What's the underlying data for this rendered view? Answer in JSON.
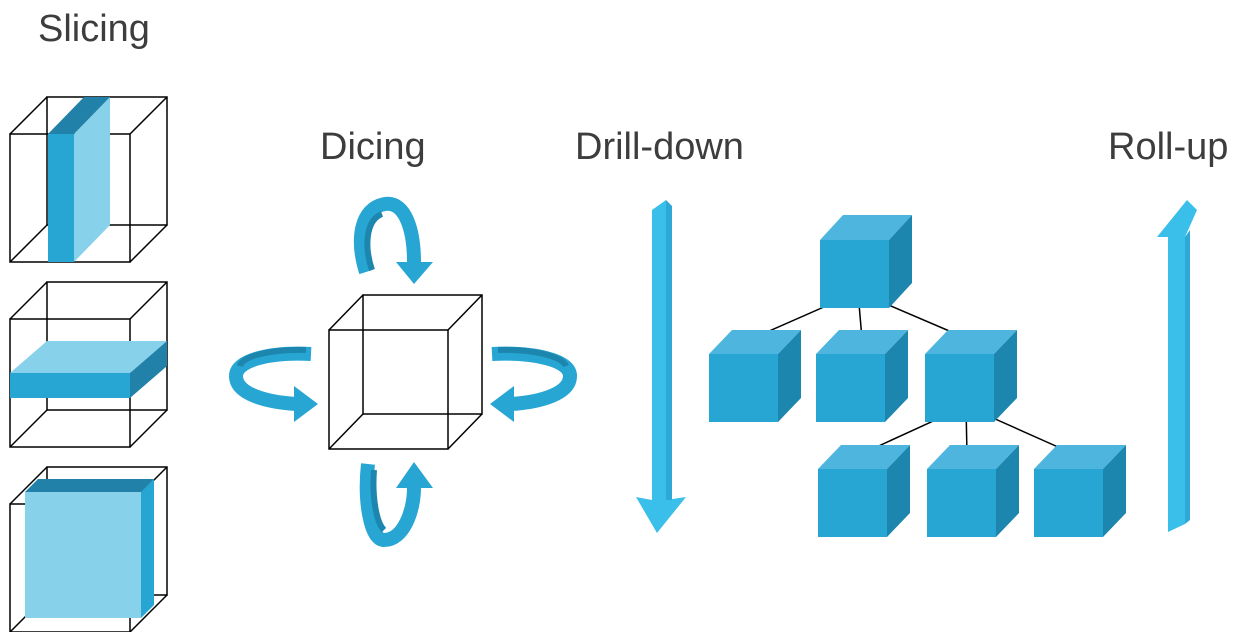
{
  "labels": {
    "slicing": "Slicing",
    "dicing": "Dicing",
    "drill_down": "Drill-down",
    "roll_up": "Roll-up"
  },
  "colors": {
    "cube_front": "#27A6D3",
    "cube_top": "#4EB6DE",
    "cube_side": "#1D86AE",
    "arrow_light": "#3ABEEA",
    "slice_light": "#87D1EB",
    "slice_dark": "#2281A9",
    "outline": "#000000",
    "text": "#3d3d3d"
  }
}
